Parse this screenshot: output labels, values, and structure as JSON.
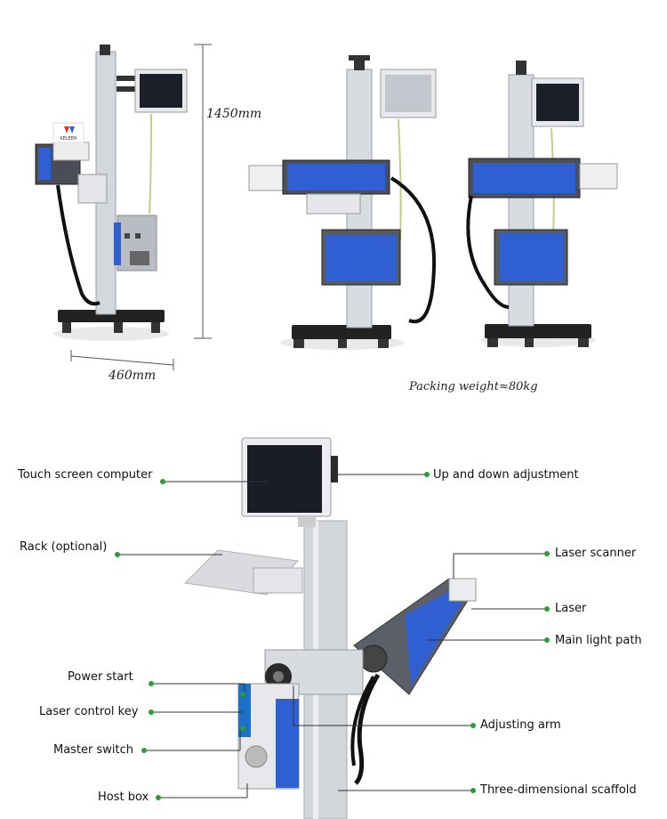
{
  "top_section": {
    "height_label": "1450mm",
    "width_label": "460mm",
    "packing_weight": "Packing weight≈80kg",
    "brand_logo_text": "KELEER"
  },
  "callouts": {
    "touch_screen": "Touch screen computer",
    "rack": "Rack (optional)",
    "power_start": "Power start",
    "laser_control_key": "Laser control key",
    "master_switch": "Master switch",
    "host_box": "Host box",
    "up_down": "Up and down adjustment",
    "laser_scanner": "Laser scanner",
    "laser": "Laser",
    "main_light_path": "Main light path",
    "adjusting_arm": "Adjusting arm",
    "three_d_scaffold": "Three-dimensional scaffold"
  },
  "colors": {
    "accent_blue": "#2f5fd0",
    "dot_green": "#2e9b3a",
    "metal": "#c9ccd2"
  }
}
